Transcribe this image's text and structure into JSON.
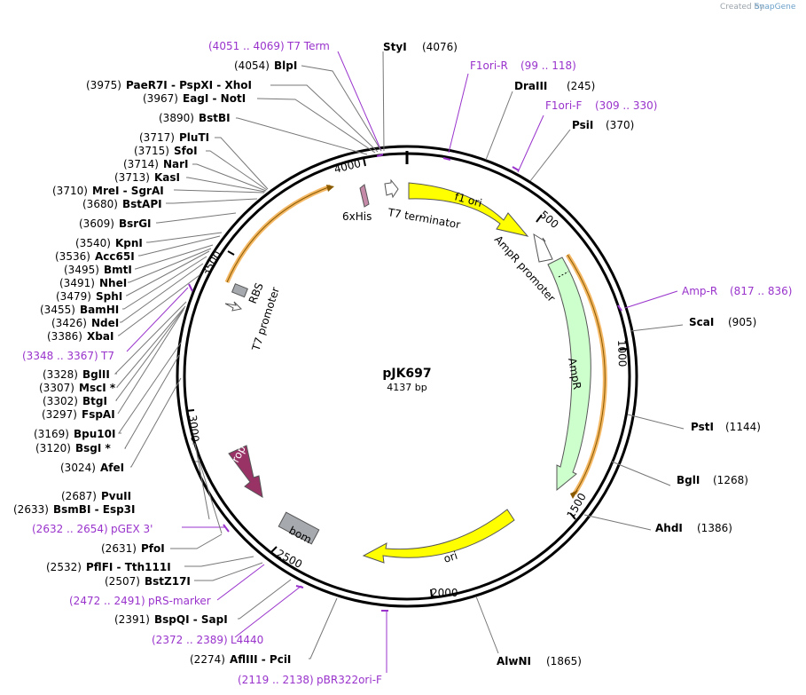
{
  "header": {
    "created_by": "Created by",
    "brand": "SnapGene"
  },
  "plasmid": {
    "name": "pJK697",
    "size": "4137 bp"
  },
  "ticks": [
    "500",
    "1000",
    "1500",
    "2000",
    "2500",
    "3000",
    "3500",
    "4000"
  ],
  "features": {
    "f1ori": "f1 ori",
    "ampr_promoter": "AmpR promoter",
    "ampr": "AmpR",
    "ori": "ori",
    "rop": "rop",
    "bom": "bom",
    "rbs": "RBS",
    "t7_promoter": "T7 promoter",
    "his": "6xHis",
    "t7_terminator": "T7 terminator"
  },
  "sites_right": [
    {
      "name": "StyI",
      "pos": "(4076)"
    },
    {
      "name": "DraIII",
      "pos": "(245)"
    },
    {
      "name": "PsiI",
      "pos": "(370)"
    },
    {
      "name": "ScaI",
      "pos": "(905)"
    },
    {
      "name": "PstI",
      "pos": "(1144)"
    },
    {
      "name": "BglI",
      "pos": "(1268)"
    },
    {
      "name": "AhdI",
      "pos": "(1386)"
    },
    {
      "name": "AlwNI",
      "pos": "(1865)"
    }
  ],
  "primers": [
    {
      "name": "T7 Term",
      "range": "(4051 .. 4069)"
    },
    {
      "name": "F1ori-R",
      "range": "(99 .. 118)"
    },
    {
      "name": "F1ori-F",
      "range": "(309 .. 330)"
    },
    {
      "name": "Amp-R",
      "range": "(817 .. 836)"
    },
    {
      "name": "T7",
      "range": "(3348 .. 3367)"
    },
    {
      "name": "pGEX 3'",
      "range": "(2632 .. 2654)"
    },
    {
      "name": "pRS-marker",
      "range": "(2472 .. 2491)"
    },
    {
      "name": "L4440",
      "range": "(2372 .. 2389)"
    },
    {
      "name": "pBR322ori-F",
      "range": "(2119 .. 2138)"
    }
  ],
  "sites_left": [
    {
      "pos": "(4054)",
      "name": "BlpI"
    },
    {
      "pos": "(3975)",
      "name": "PaeR7I - PspXI - XhoI"
    },
    {
      "pos": "(3967)",
      "name": "EagI - NotI"
    },
    {
      "pos": "(3890)",
      "name": "BstBI"
    },
    {
      "pos": "(3717)",
      "name": "PluTI"
    },
    {
      "pos": "(3715)",
      "name": "SfoI"
    },
    {
      "pos": "(3714)",
      "name": "NarI"
    },
    {
      "pos": "(3713)",
      "name": "KasI"
    },
    {
      "pos": "(3710)",
      "name": "MreI - SgrAI"
    },
    {
      "pos": "(3680)",
      "name": "BstAPI"
    },
    {
      "pos": "(3609)",
      "name": "BsrGI"
    },
    {
      "pos": "(3540)",
      "name": "KpnI"
    },
    {
      "pos": "(3536)",
      "name": "Acc65I"
    },
    {
      "pos": "(3495)",
      "name": "BmtI"
    },
    {
      "pos": "(3491)",
      "name": "NheI"
    },
    {
      "pos": "(3479)",
      "name": "SphI"
    },
    {
      "pos": "(3455)",
      "name": "BamHI"
    },
    {
      "pos": "(3426)",
      "name": "NdeI"
    },
    {
      "pos": "(3386)",
      "name": "XbaI"
    },
    {
      "pos": "(3328)",
      "name": "BglII"
    },
    {
      "pos": "(3307)",
      "name": "MscI *"
    },
    {
      "pos": "(3302)",
      "name": "BtgI"
    },
    {
      "pos": "(3297)",
      "name": "FspAI"
    },
    {
      "pos": "(3169)",
      "name": "Bpu10I"
    },
    {
      "pos": "(3120)",
      "name": "BsgI *"
    },
    {
      "pos": "(3024)",
      "name": "AfeI"
    },
    {
      "pos": "(2687)",
      "name": "PvuII"
    },
    {
      "pos": "(2633)",
      "name": "BsmBI - Esp3I"
    },
    {
      "pos": "(2631)",
      "name": "PfoI"
    },
    {
      "pos": "(2532)",
      "name": "PflFI - Tth111I"
    },
    {
      "pos": "(2507)",
      "name": "BstZ17I"
    },
    {
      "pos": "(2391)",
      "name": "BspQI - SapI"
    },
    {
      "pos": "(2274)",
      "name": "AflIII - PciI"
    }
  ],
  "colors": {
    "yellow": "#ffff00",
    "ampr": "#ccffcc",
    "rop": "#993366",
    "bom": "#a6a9ad",
    "primer": "#9933cc",
    "orange": "#f0a030"
  }
}
